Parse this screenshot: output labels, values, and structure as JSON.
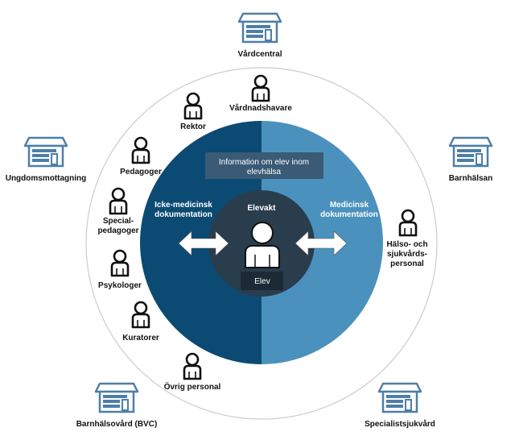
{
  "colors": {
    "dark_blue": "#0b4a73",
    "light_blue": "#4a92bd",
    "core_circle": "#2a3d4d",
    "elev_box": "#1b2a36",
    "info_box": "#3a5a75",
    "icon_stroke": "#111111",
    "building_blue": "#4d7fa8",
    "ring": "#cccccc"
  },
  "outer": {
    "vardcentral": "Vårdcentral",
    "ungdomsmottagning": "Ungdomsmottagning",
    "barnhalsan": "Barnhälsan",
    "bvc": "Barnhälsovård (BVC)",
    "specialist": "Specialistsjukvård"
  },
  "people": {
    "vardnadshavare": "Vårdnadshavare",
    "rektor": "Rektor",
    "pedagoger": "Pedagoger",
    "special_1": "Special-",
    "special_2": "pedagoger",
    "psykologer": "Psykologer",
    "kuratorer": "Kuratorer",
    "ovrig": "Övrig personal",
    "halso_1": "Hälso- och",
    "halso_2": "sjukvårds-",
    "halso_3": "personal"
  },
  "inner": {
    "info_1": "Information om elev inom",
    "info_2": "elevhälsa",
    "icke_1": "Icke-medicinsk",
    "icke_2": "dokumentation",
    "med_1": "Medicinsk",
    "med_2": "dokumentation",
    "elevakt": "Elevakt",
    "elev": "Elev"
  }
}
